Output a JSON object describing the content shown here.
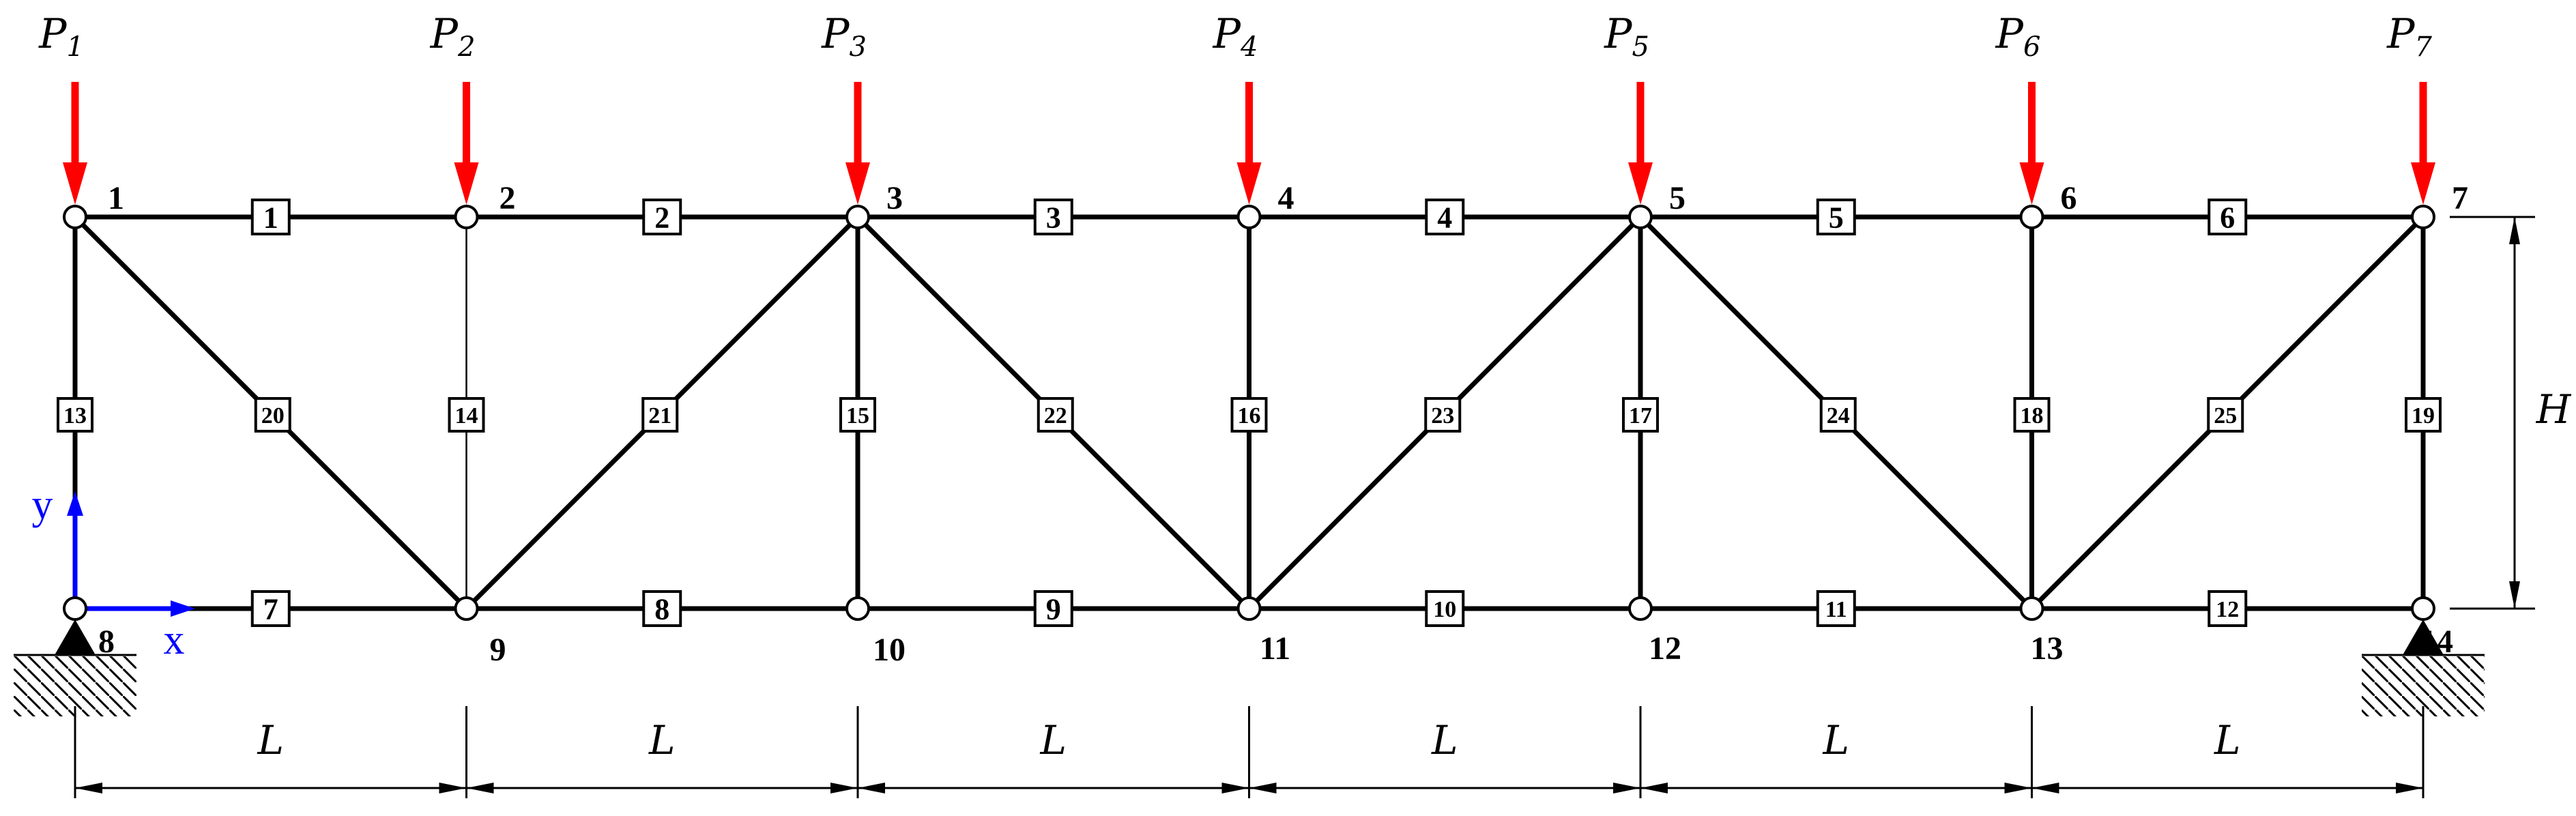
{
  "colors": {
    "load": "#ff0000",
    "axes": "#0000ff",
    "lines": "#000000"
  },
  "loads": [
    {
      "letter": "P",
      "sub": "1"
    },
    {
      "letter": "P",
      "sub": "2"
    },
    {
      "letter": "P",
      "sub": "3"
    },
    {
      "letter": "P",
      "sub": "4"
    },
    {
      "letter": "P",
      "sub": "5"
    },
    {
      "letter": "P",
      "sub": "6"
    },
    {
      "letter": "P",
      "sub": "7"
    }
  ],
  "nodes": [
    "1",
    "2",
    "3",
    "4",
    "5",
    "6",
    "7",
    "8",
    "9",
    "10",
    "11",
    "12",
    "13",
    "14"
  ],
  "elements": [
    {
      "label": "1",
      "from": 1,
      "to": 2
    },
    {
      "label": "2",
      "from": 2,
      "to": 3
    },
    {
      "label": "3",
      "from": 3,
      "to": 4
    },
    {
      "label": "4",
      "from": 4,
      "to": 5
    },
    {
      "label": "5",
      "from": 5,
      "to": 6
    },
    {
      "label": "6",
      "from": 6,
      "to": 7
    },
    {
      "label": "7",
      "from": 8,
      "to": 9
    },
    {
      "label": "8",
      "from": 9,
      "to": 10
    },
    {
      "label": "9",
      "from": 10,
      "to": 11
    },
    {
      "label": "10",
      "from": 11,
      "to": 12
    },
    {
      "label": "11",
      "from": 12,
      "to": 13
    },
    {
      "label": "12",
      "from": 13,
      "to": 14
    },
    {
      "label": "13",
      "from": 1,
      "to": 8
    },
    {
      "label": "14",
      "from": 2,
      "to": 9,
      "thin": true
    },
    {
      "label": "15",
      "from": 3,
      "to": 10
    },
    {
      "label": "16",
      "from": 4,
      "to": 11
    },
    {
      "label": "17",
      "from": 5,
      "to": 12
    },
    {
      "label": "18",
      "from": 6,
      "to": 13
    },
    {
      "label": "19",
      "from": 7,
      "to": 14
    },
    {
      "label": "20",
      "from": 1,
      "to": 9
    },
    {
      "label": "21",
      "from": 9,
      "to": 3
    },
    {
      "label": "22",
      "from": 3,
      "to": 11
    },
    {
      "label": "23",
      "from": 11,
      "to": 5
    },
    {
      "label": "24",
      "from": 5,
      "to": 13
    },
    {
      "label": "25",
      "from": 13,
      "to": 7
    }
  ],
  "dimensions": {
    "span_labels": [
      "L",
      "L",
      "L",
      "L",
      "L",
      "L"
    ],
    "height_label": "H"
  },
  "axes": {
    "x_label": "x",
    "y_label": "y"
  }
}
